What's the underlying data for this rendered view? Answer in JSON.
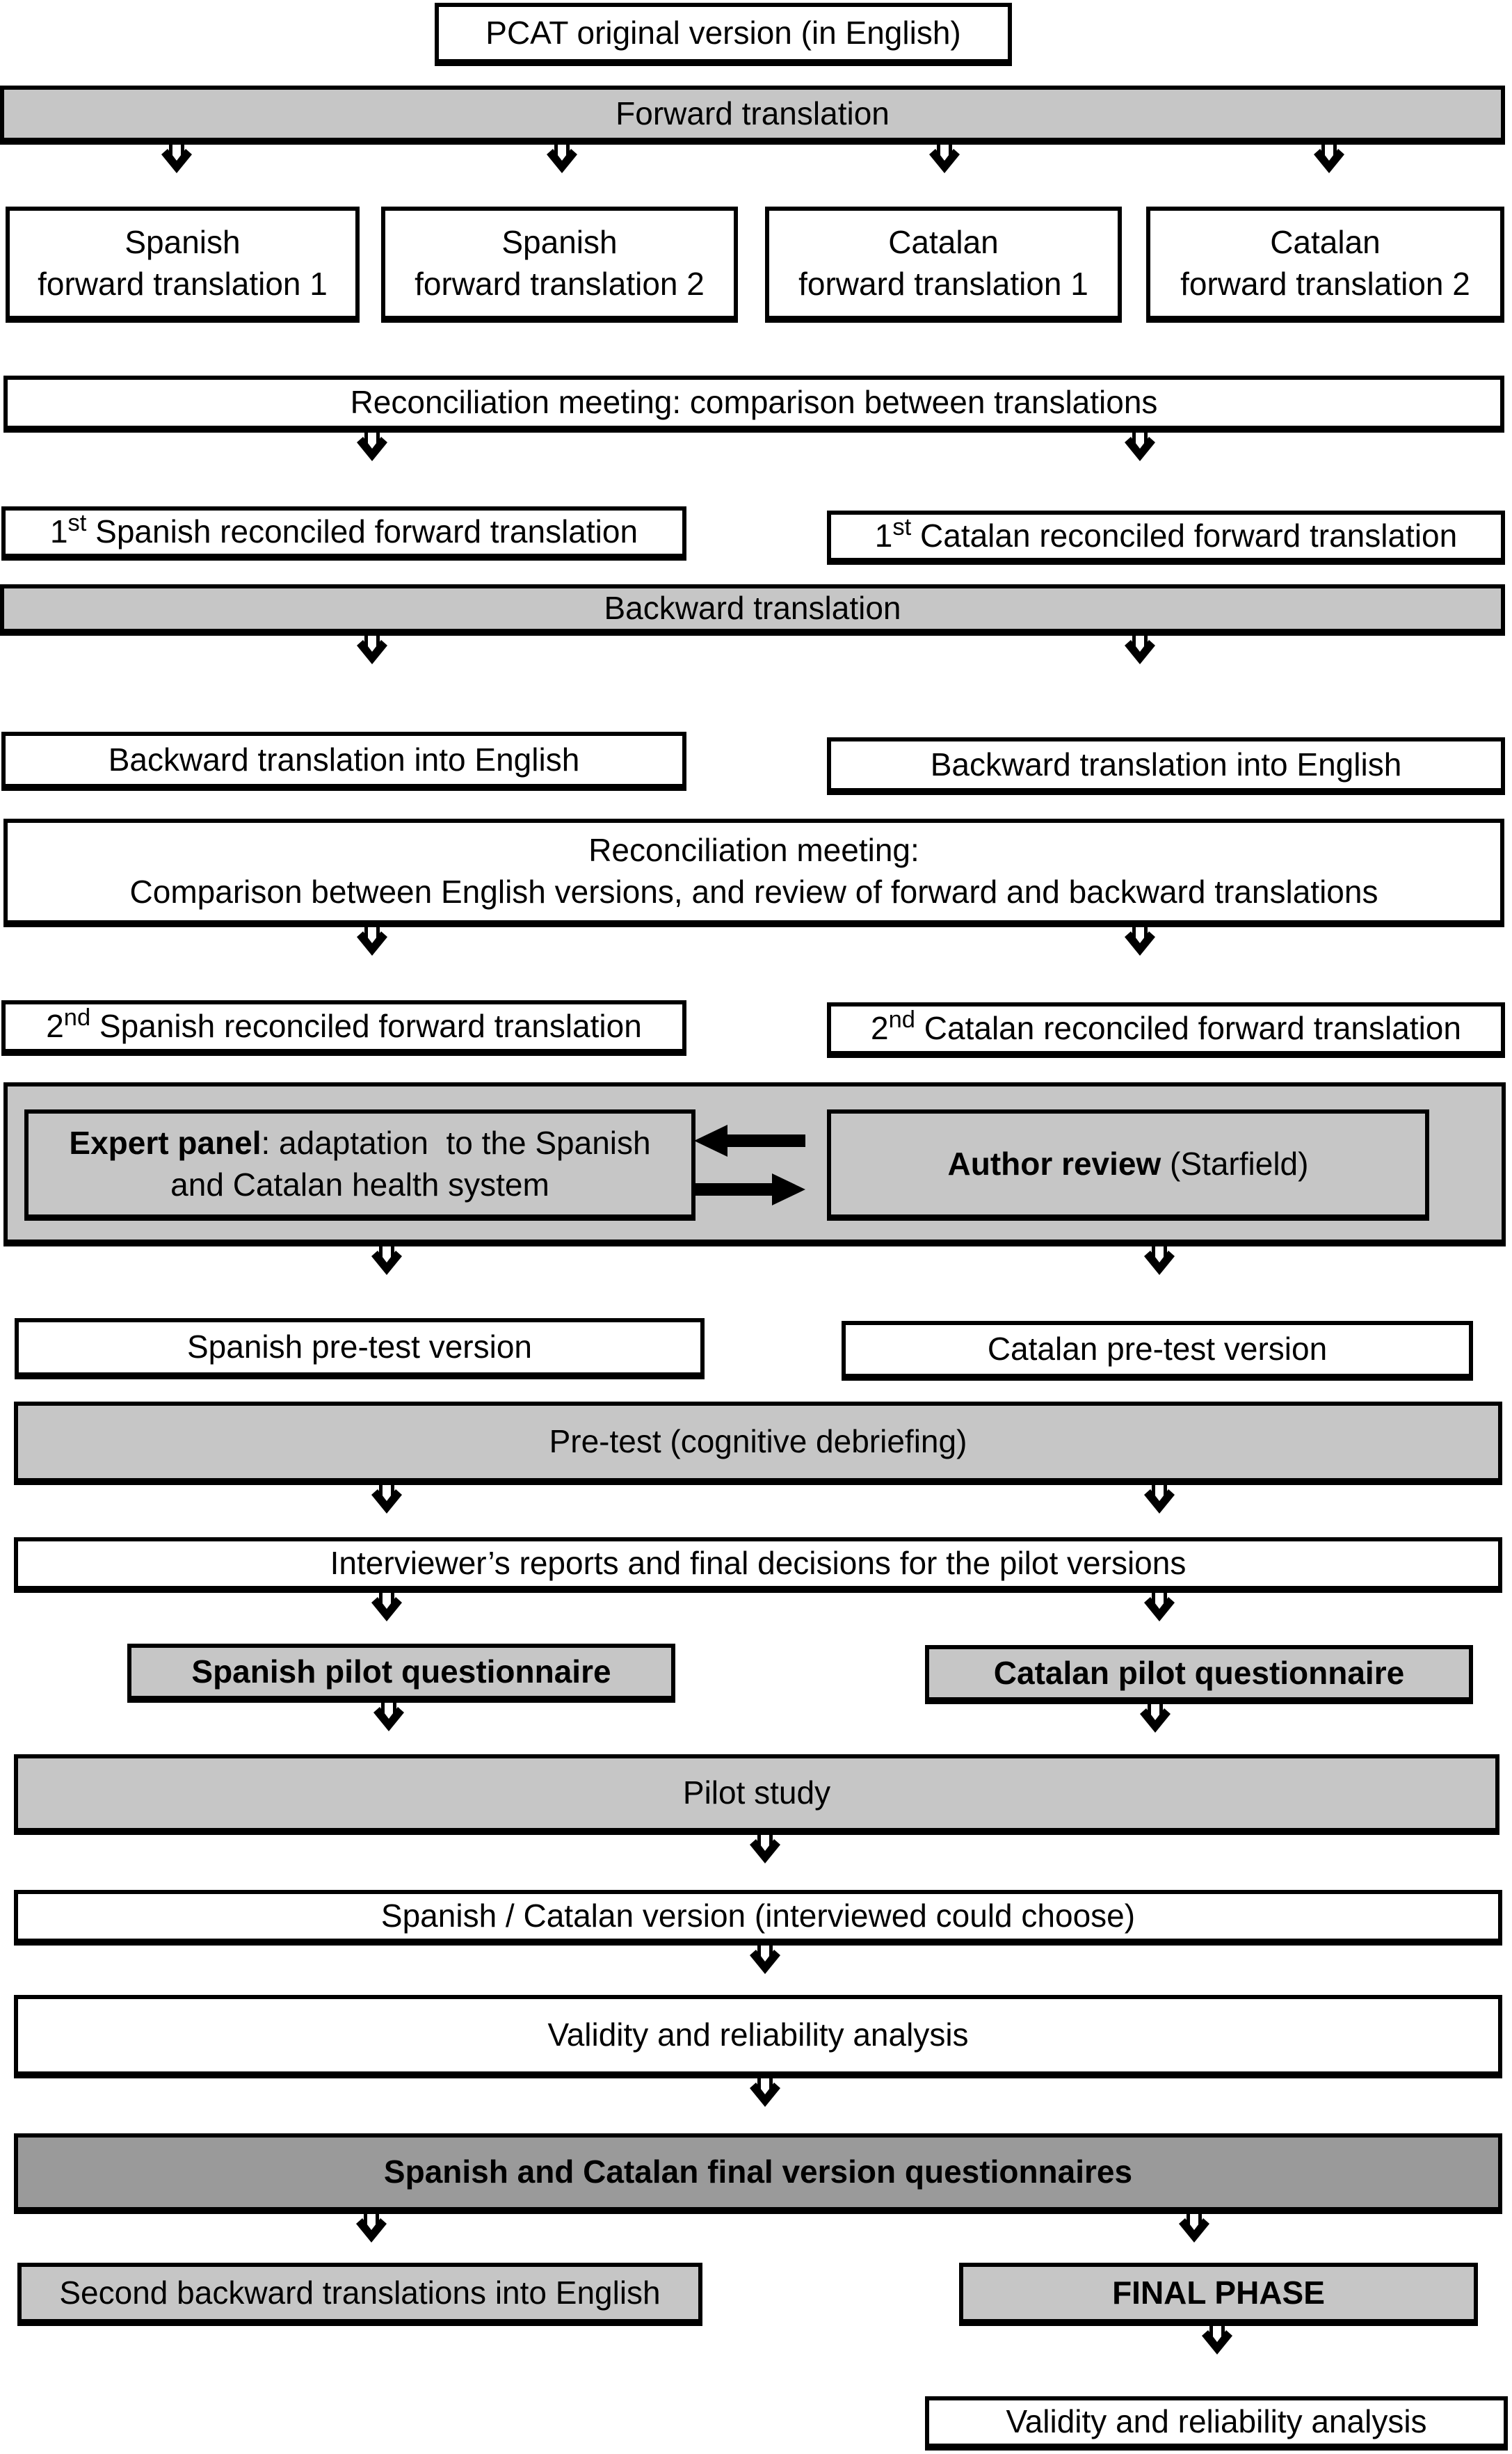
{
  "colors": {
    "bar_gray": "#c6c6c6",
    "dark_gray": "#9a9a9a",
    "border_black": "#000000",
    "box_white": "#ffffff"
  },
  "nodes": {
    "title": "PCAT original version (in English)",
    "forward_bar": "Forward translation",
    "forward_boxes": [
      {
        "line1": "Spanish",
        "line2": "forward translation 1"
      },
      {
        "line1": "Spanish",
        "line2": "forward translation 2"
      },
      {
        "line1": "Catalan",
        "line2": "forward translation 1"
      },
      {
        "line1": "Catalan",
        "line2": "forward translation 2"
      }
    ],
    "reconciliation1": "Reconciliation meeting: comparison between translations",
    "sp_reconciled1": {
      "num": "1",
      "sup": "st",
      "rest": " Spanish reconciled forward translation"
    },
    "ca_reconciled1": {
      "num": "1",
      "sup": "st",
      "rest": " Catalan reconciled forward translation"
    },
    "backward_bar": "Backward translation",
    "backward_left": "Backward translation into English",
    "backward_right": "Backward translation into English",
    "reconciliation2_line1": "Reconciliation meeting:",
    "reconciliation2_line2": "Comparison between English versions, and review of forward and backward translations",
    "sp_reconciled2": {
      "num": "2",
      "sup": "nd",
      "rest": " Spanish reconciled forward translation"
    },
    "ca_reconciled2": {
      "num": "2",
      "sup": "nd",
      "rest": " Catalan reconciled forward translation"
    },
    "expert_panel": {
      "bold": "Expert panel",
      "line1_rest": ": adaptation  to the Spanish",
      "line2": "and Catalan health system"
    },
    "author_review": {
      "bold": "Author review",
      "rest": " (Starfield)"
    },
    "sp_pretest": "Spanish pre-test version",
    "ca_pretest": "Catalan pre-test version",
    "pretest_bar": "Pre-test (cognitive debriefing)",
    "interviewer": "Interviewer’s reports and final decisions for the pilot versions",
    "sp_pilot": "Spanish pilot questionnaire",
    "ca_pilot": "Catalan pilot questionnaire",
    "pilot_bar": "Pilot study",
    "version_box": "Spanish / Catalan version (interviewed could choose)",
    "validity1": "Validity and reliability analysis",
    "final_bar": "Spanish and Catalan final version questionnaires",
    "second_backward": "Second backward translations into English",
    "final_phase": "FINAL PHASE",
    "validity2": "Validity and reliability analysis"
  }
}
